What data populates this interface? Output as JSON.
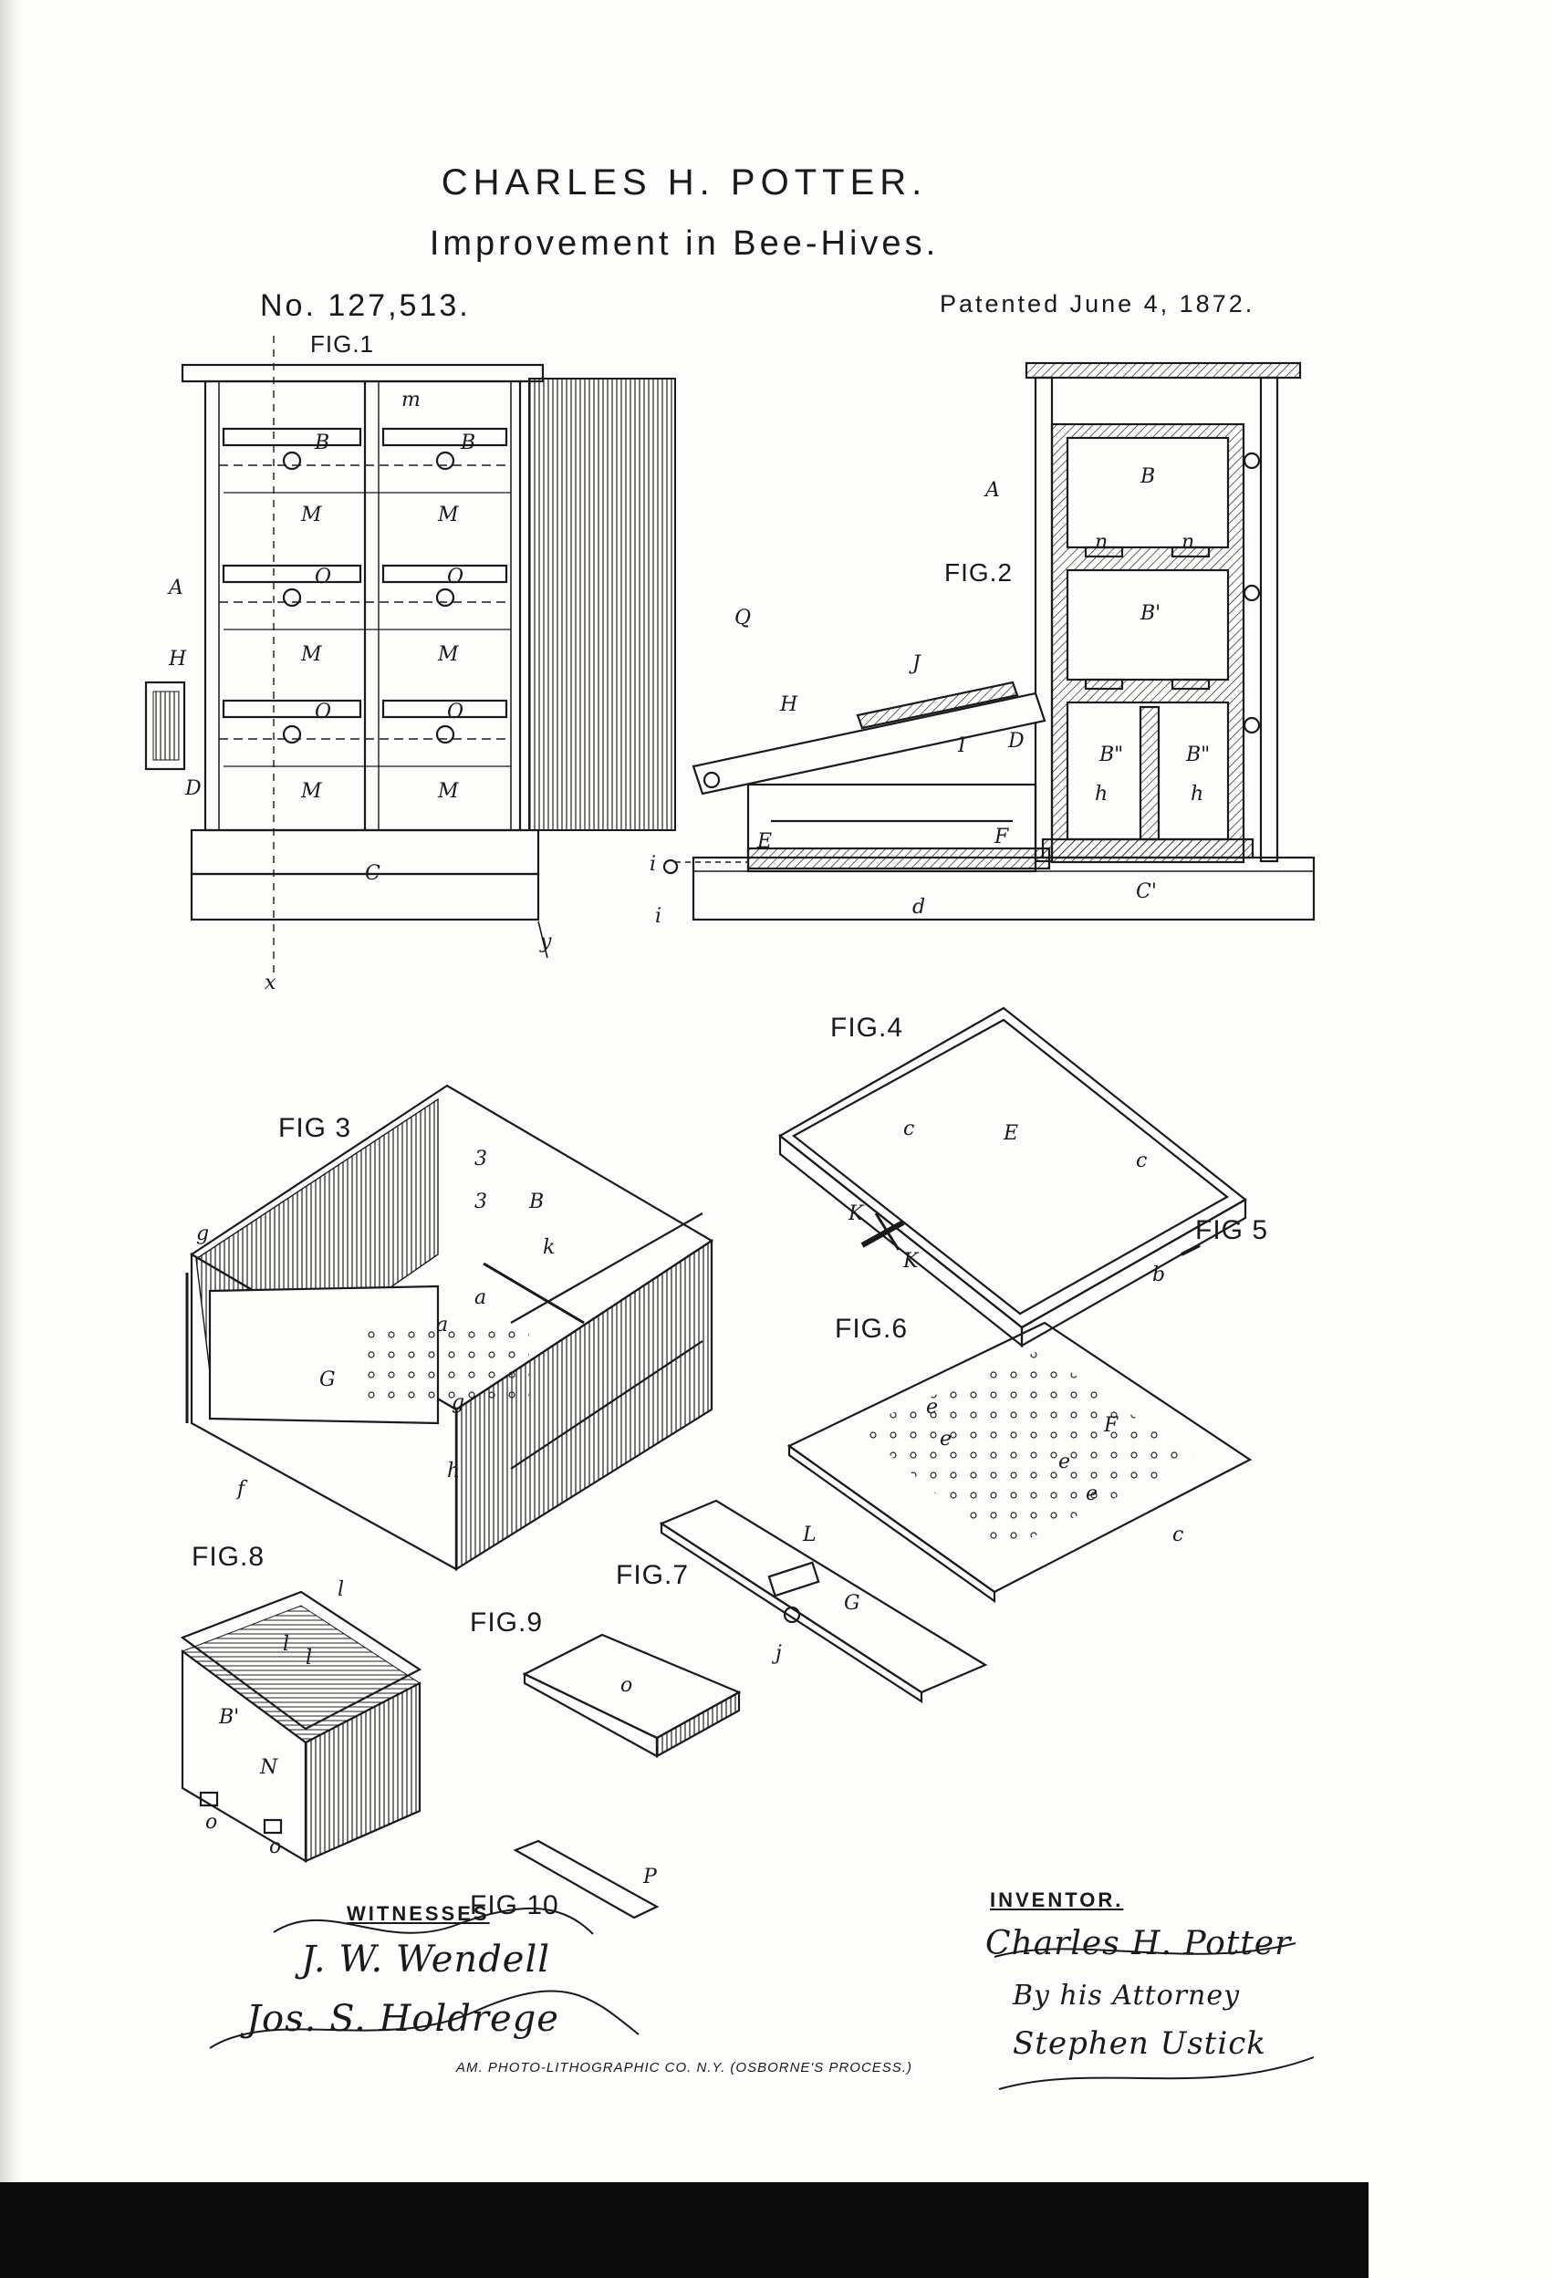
{
  "header": {
    "inventor": "CHARLES H. POTTER.",
    "title": "Improvement in Bee-Hives.",
    "patent_number": "No. 127,513.",
    "patent_date": "Patented June 4, 1872."
  },
  "figures": {
    "fig1": "FIG.1",
    "fig2": "FIG.2",
    "fig3": "FIG 3",
    "fig4": "FIG.4",
    "fig5": "FIG 5",
    "fig6": "FIG.6",
    "fig7": "FIG.7",
    "fig8": "FIG.8",
    "fig9": "FIG.9",
    "fig10": "FIG 10"
  },
  "labels": {
    "fig1": [
      "m",
      "B",
      "B",
      "M",
      "M",
      "O",
      "O",
      "M",
      "M",
      "O",
      "O",
      "M",
      "M",
      "A",
      "H",
      "D",
      "C",
      "Q",
      "x",
      "y"
    ],
    "fig2": [
      "A",
      "B",
      "n",
      "n",
      "B'",
      "B\"",
      "B\"",
      "h",
      "h",
      "J",
      "H",
      "I",
      "D",
      "E",
      "F",
      "d",
      "C'",
      "i",
      "i"
    ],
    "fig3": [
      "3",
      "3",
      "B",
      "k",
      "a",
      "a",
      "G",
      "g",
      "g",
      "f",
      "h"
    ],
    "fig4": [
      "c",
      "E",
      "c",
      "K",
      "K",
      "b"
    ],
    "fig6": [
      "e",
      "e",
      "e",
      "e",
      "F",
      "c"
    ],
    "fig7": [
      "L",
      "G",
      "j"
    ],
    "fig8": [
      "l",
      "l",
      "l",
      "B'",
      "N",
      "o",
      "o"
    ],
    "fig9": [
      "o"
    ],
    "fig10": [
      "P"
    ]
  },
  "witnesses": {
    "heading": "WITNESSES",
    "signatures": [
      "J. W. Wendell",
      "Jos. S. Holdrege"
    ]
  },
  "inventor_block": {
    "heading": "INVENTOR.",
    "lines": [
      "Charles H. Potter",
      "By his Attorney",
      "Stephen Ustick"
    ]
  },
  "imprint": "AM. PHOTO-LITHOGRAPHIC CO. N.Y. (OSBORNE'S PROCESS.)"
}
